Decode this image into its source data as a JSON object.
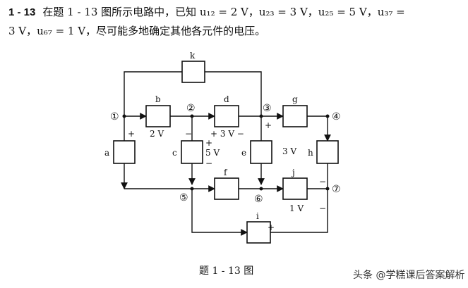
{
  "problem": {
    "number": "1 - 13",
    "line1": "在题 1 - 13 图所示电路中，已知 u₁₂ = 2 V，u₂₃ = 3 V，u₂₅ = 5 V，u₃₇ =",
    "line2": "3 V，u₆₇ = 1 V，尽可能多地确定其他各元件的电压。"
  },
  "circuit": {
    "elements": {
      "a": "a",
      "b": "b",
      "c": "c",
      "d": "d",
      "e": "e",
      "f": "f",
      "g": "g",
      "h": "h",
      "i": "i",
      "j": "j",
      "k": "k"
    },
    "nodes": {
      "n1": "①",
      "n2": "②",
      "n3": "③",
      "n4": "④",
      "n5": "⑤",
      "n6": "⑥",
      "n7": "⑦"
    },
    "labels": {
      "b_voltage": "2 V",
      "d_voltage": "+ 3 V −",
      "c_voltage": "5 V",
      "e_voltage": "3 V",
      "j_voltage": "1 V",
      "plus": "+",
      "minus": "−"
    }
  },
  "caption": "题 1 - 13 图",
  "watermark": "头条 @学糕课后答案解析"
}
